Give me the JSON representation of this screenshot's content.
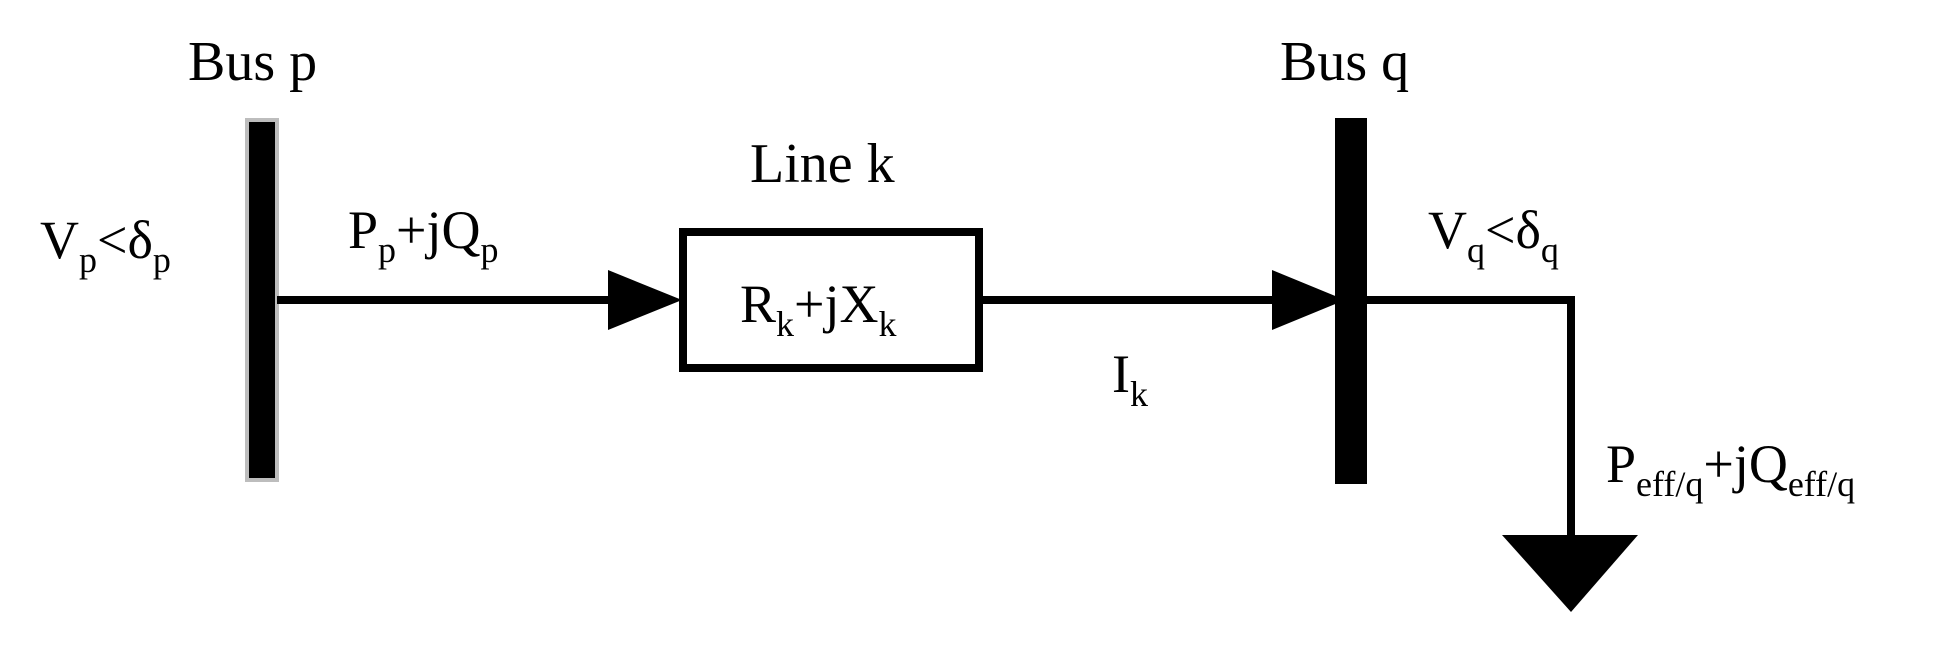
{
  "bus_p": {
    "title": "Bus p",
    "voltage": {
      "base": "V",
      "sub": "p",
      "angle_sym": "<δ",
      "angle_sub": "p"
    },
    "power": {
      "p": "P",
      "p_sub": "p",
      "op": "+jQ",
      "q_sub": "p"
    }
  },
  "bus_q": {
    "title": "Bus q",
    "voltage": {
      "base": "V",
      "sub": "q",
      "angle_sym": "<δ",
      "angle_sub": "q"
    },
    "load": {
      "p": "P",
      "p_sub": "eff/q",
      "op": "+jQ",
      "q_sub": "eff/q"
    }
  },
  "line": {
    "title": "Line k",
    "impedance": {
      "r": "R",
      "r_sub": "k",
      "op": "+jX",
      "x_sub": "k"
    },
    "current": {
      "base": "I",
      "sub": "k"
    }
  },
  "colors": {
    "line": "#000000",
    "bus_p_outline": "#bdbdbd"
  }
}
